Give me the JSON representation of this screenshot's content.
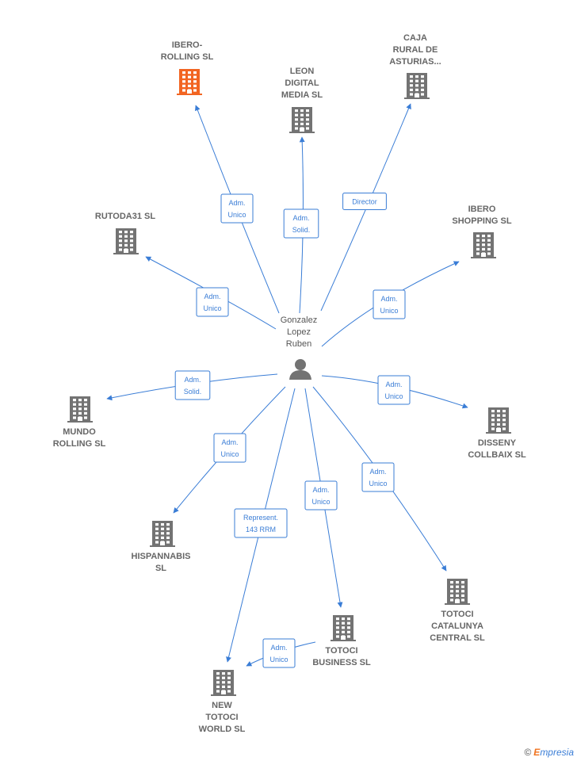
{
  "colors": {
    "edge": "#3a7dd6",
    "building": "#737373",
    "building_highlight": "#f26522",
    "label": "#666666"
  },
  "center": {
    "lines": [
      "Gonzalez",
      "Lopez",
      "Ruben"
    ],
    "icon": "person-icon"
  },
  "companies": [
    {
      "id": "ibero-rolling",
      "lines": [
        "IBERO-",
        "ROLLING  SL"
      ],
      "highlight": true,
      "icon": "building-icon"
    },
    {
      "id": "leon-digital-media",
      "lines": [
        "LEON",
        "DIGITAL",
        "MEDIA  SL"
      ],
      "highlight": false,
      "icon": "building-icon"
    },
    {
      "id": "caja-rural-asturias",
      "lines": [
        "CAJA",
        "RURAL DE",
        "ASTURIAS..."
      ],
      "highlight": false,
      "icon": "building-icon"
    },
    {
      "id": "rutoda31",
      "lines": [
        "RUTODA31 SL"
      ],
      "highlight": false,
      "icon": "building-icon"
    },
    {
      "id": "ibero-shopping",
      "lines": [
        "IBERO",
        "SHOPPING  SL"
      ],
      "highlight": false,
      "icon": "building-icon"
    },
    {
      "id": "mundo-rolling",
      "lines": [
        "MUNDO",
        "ROLLING  SL"
      ],
      "highlight": false,
      "icon": "building-icon"
    },
    {
      "id": "disseny-collbaix",
      "lines": [
        "DISSENY",
        "COLLBAIX  SL"
      ],
      "highlight": false,
      "icon": "building-icon"
    },
    {
      "id": "hispannabis",
      "lines": [
        "HISPANNABIS",
        "SL"
      ],
      "highlight": false,
      "icon": "building-icon"
    },
    {
      "id": "totoci-catalunya-central",
      "lines": [
        "TOTOCI",
        "CATALUNYA",
        "CENTRAL  SL"
      ],
      "highlight": false,
      "icon": "building-icon"
    },
    {
      "id": "totoci-business",
      "lines": [
        "TOTOCI",
        "BUSINESS  SL"
      ],
      "highlight": false,
      "icon": "building-icon"
    },
    {
      "id": "new-totoci-world",
      "lines": [
        "NEW",
        "TOTOCI",
        "WORLD  SL"
      ],
      "highlight": false,
      "icon": "building-icon"
    }
  ],
  "relations": [
    {
      "from": "center",
      "to": "ibero-rolling",
      "lines": [
        "Adm.",
        "Unico"
      ]
    },
    {
      "from": "center",
      "to": "leon-digital-media",
      "lines": [
        "Adm.",
        "Solid."
      ]
    },
    {
      "from": "center",
      "to": "caja-rural-asturias",
      "lines": [
        "Director"
      ]
    },
    {
      "from": "center",
      "to": "rutoda31",
      "lines": [
        "Adm.",
        "Unico"
      ]
    },
    {
      "from": "center",
      "to": "ibero-shopping",
      "lines": [
        "Adm.",
        "Unico"
      ]
    },
    {
      "from": "center",
      "to": "mundo-rolling",
      "lines": [
        "Adm.",
        "Solid."
      ]
    },
    {
      "from": "center",
      "to": "disseny-collbaix",
      "lines": [
        "Adm.",
        "Unico"
      ]
    },
    {
      "from": "center",
      "to": "hispannabis",
      "lines": [
        "Adm.",
        "Unico"
      ]
    },
    {
      "from": "center",
      "to": "totoci-catalunya-central",
      "lines": [
        "Adm.",
        "Unico"
      ]
    },
    {
      "from": "center",
      "to": "totoci-business",
      "lines": [
        "Adm.",
        "Unico"
      ]
    },
    {
      "from": "center",
      "to": "new-totoci-world",
      "lines": [
        "Represent.",
        "143 RRM"
      ]
    },
    {
      "from": "totoci-business",
      "to": "new-totoci-world",
      "lines": [
        "Adm.",
        "Unico"
      ]
    }
  ],
  "footer": {
    "copyright": "©",
    "brand_initial": "E",
    "brand_rest": "mpresia"
  }
}
